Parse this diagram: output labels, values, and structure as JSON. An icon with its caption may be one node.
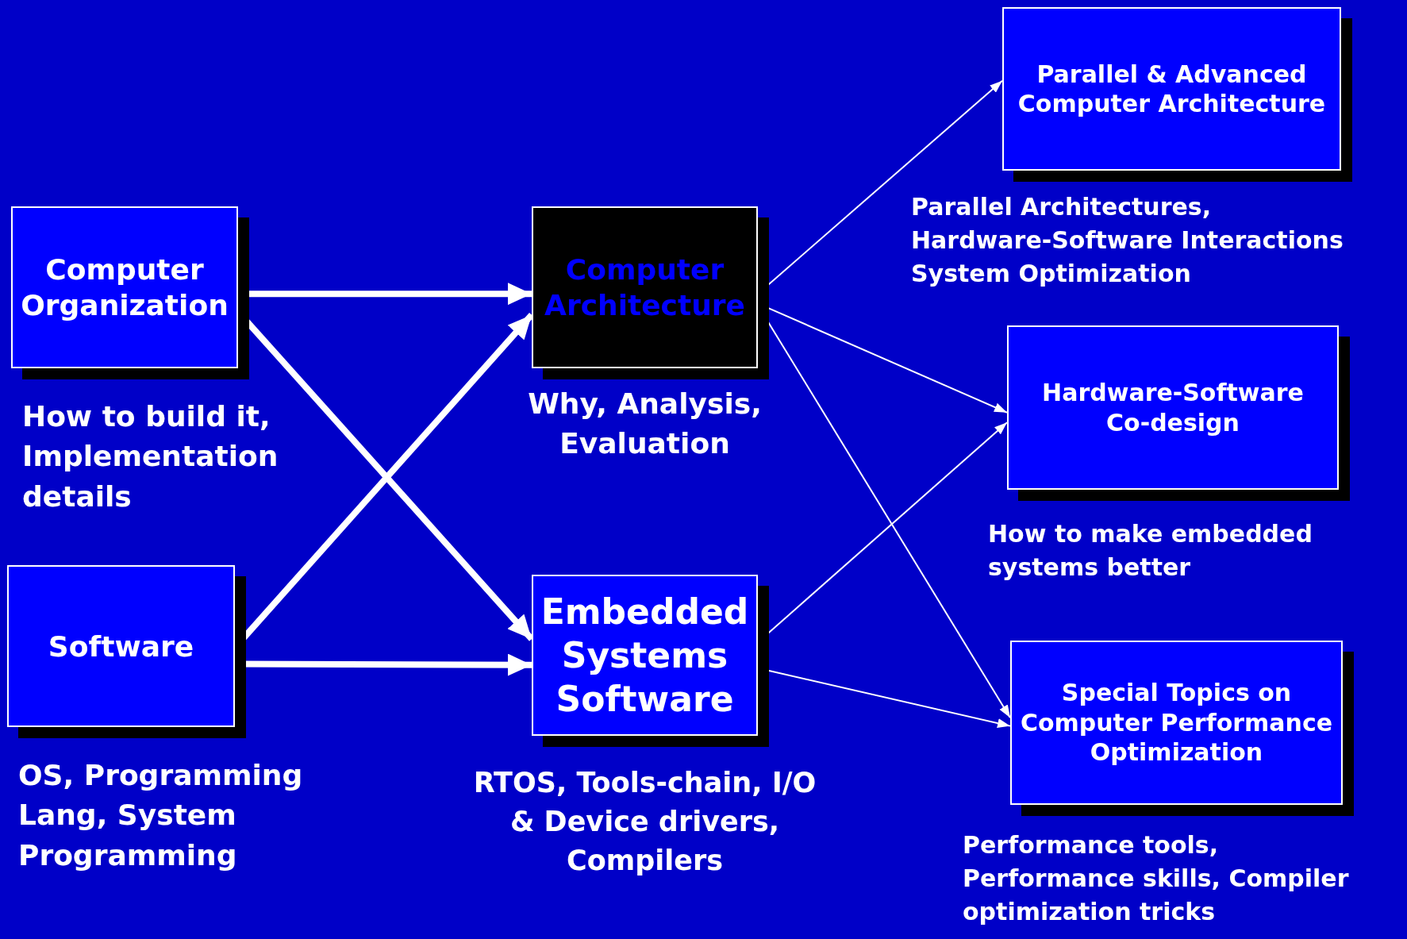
{
  "diagram": {
    "nodes": [
      {
        "text": [
          "Computer Organization"
        ],
        "beside": [
          "How to build it, Implementation details"
        ]
      },
      {
        "text": [
          "Software"
        ],
        "beside": [
          "OS, Programming Lang, System Programming"
        ]
      },
      {
        "text": [
          "Computer Architecture"
        ],
        "beside": [
          "Why, Analysis, Evaluation"
        ]
      },
      {
        "text": [
          "Embedded Systems Software"
        ],
        "beside": [
          "RTOS, Tools-chain, I/O & Device drivers, Compilers"
        ]
      },
      {
        "text": [
          "Parallel & Advanced Computer Architecture"
        ],
        "beside": [
          "Parallel Architectures, Hardware-Software Interactions System Optimization"
        ]
      },
      {
        "text": [
          "Hardware-Software Co-design"
        ],
        "beside": [
          "How to make embedded systems better"
        ]
      },
      {
        "text": [
          "Special Topics on Computer Performance Optimization"
        ],
        "beside": [
          "Performance tools, Performance skills, Compiler optimization tricks"
        ]
      }
    ],
    "edges": [
      {
        "from": 0,
        "to": 2,
        "arrow": "to",
        "style": "thick"
      },
      {
        "from": 0,
        "to": 3,
        "arrow": "to",
        "style": "thick"
      },
      {
        "from": 1,
        "to": 2,
        "arrow": "to",
        "style": "thick"
      },
      {
        "from": 1,
        "to": 3,
        "arrow": "to",
        "style": "thick"
      },
      {
        "from": 2,
        "to": 4,
        "arrow": "to"
      },
      {
        "from": 2,
        "to": 5,
        "arrow": "to"
      },
      {
        "from": 2,
        "to": 6,
        "arrow": "to"
      },
      {
        "from": 3,
        "to": 5,
        "arrow": "to"
      },
      {
        "from": 3,
        "to": 6,
        "arrow": "to"
      }
    ]
  }
}
